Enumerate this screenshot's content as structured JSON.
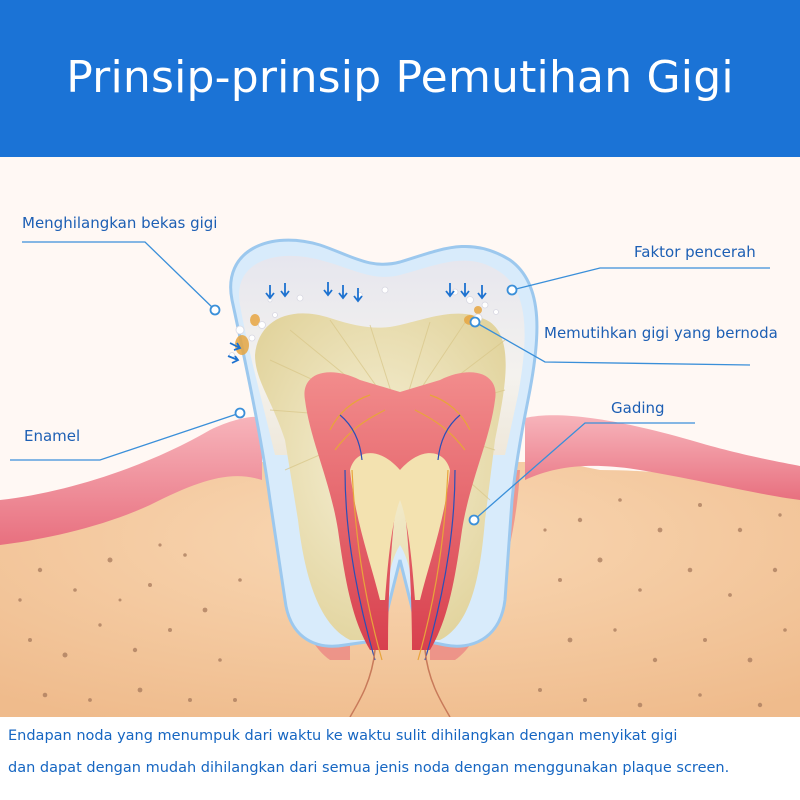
{
  "title": "Prinsip-prinsip Pemutihan Gigi",
  "labels": {
    "remove_marks": "Menghilangkan bekas gigi",
    "brightening_factor": "Faktor pencerah",
    "whiten_stained": "Memutihkan gigi yang bernoda",
    "dentin": "Gading",
    "enamel": "Enamel"
  },
  "caption": {
    "line1": "Endapan noda yang menumpuk dari waktu ke waktu sulit dihilangkan dengan menyikat gigi",
    "line2": "dan dapat dengan mudah dihilangkan dari semua jenis noda dengan menggunakan plaque screen."
  },
  "colors": {
    "header": "#1b73d6",
    "label_text": "#1d5fb4",
    "leader_line": "#3a8fd9",
    "gum": "#f08f9a",
    "bone": "#f4c79c",
    "enamel": "#f7f2ea",
    "dentin": "#efe6c2",
    "pulp": "#d23a4a"
  }
}
